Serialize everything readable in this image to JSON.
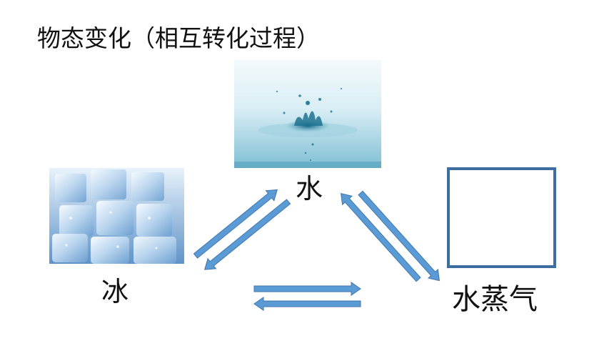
{
  "title": "物态变化（相互转化过程）",
  "states": {
    "water": "水",
    "ice": "冰",
    "vapor": "水蒸气"
  },
  "icons": {
    "water": "water-splash-photo",
    "ice": "ice-cubes-photo",
    "vapor": "empty-placeholder-box"
  },
  "colors": {
    "arrow_fill": "#5b9bd5",
    "arrow_stroke": "#3f76b0",
    "box_border": "#3e6ea0"
  }
}
